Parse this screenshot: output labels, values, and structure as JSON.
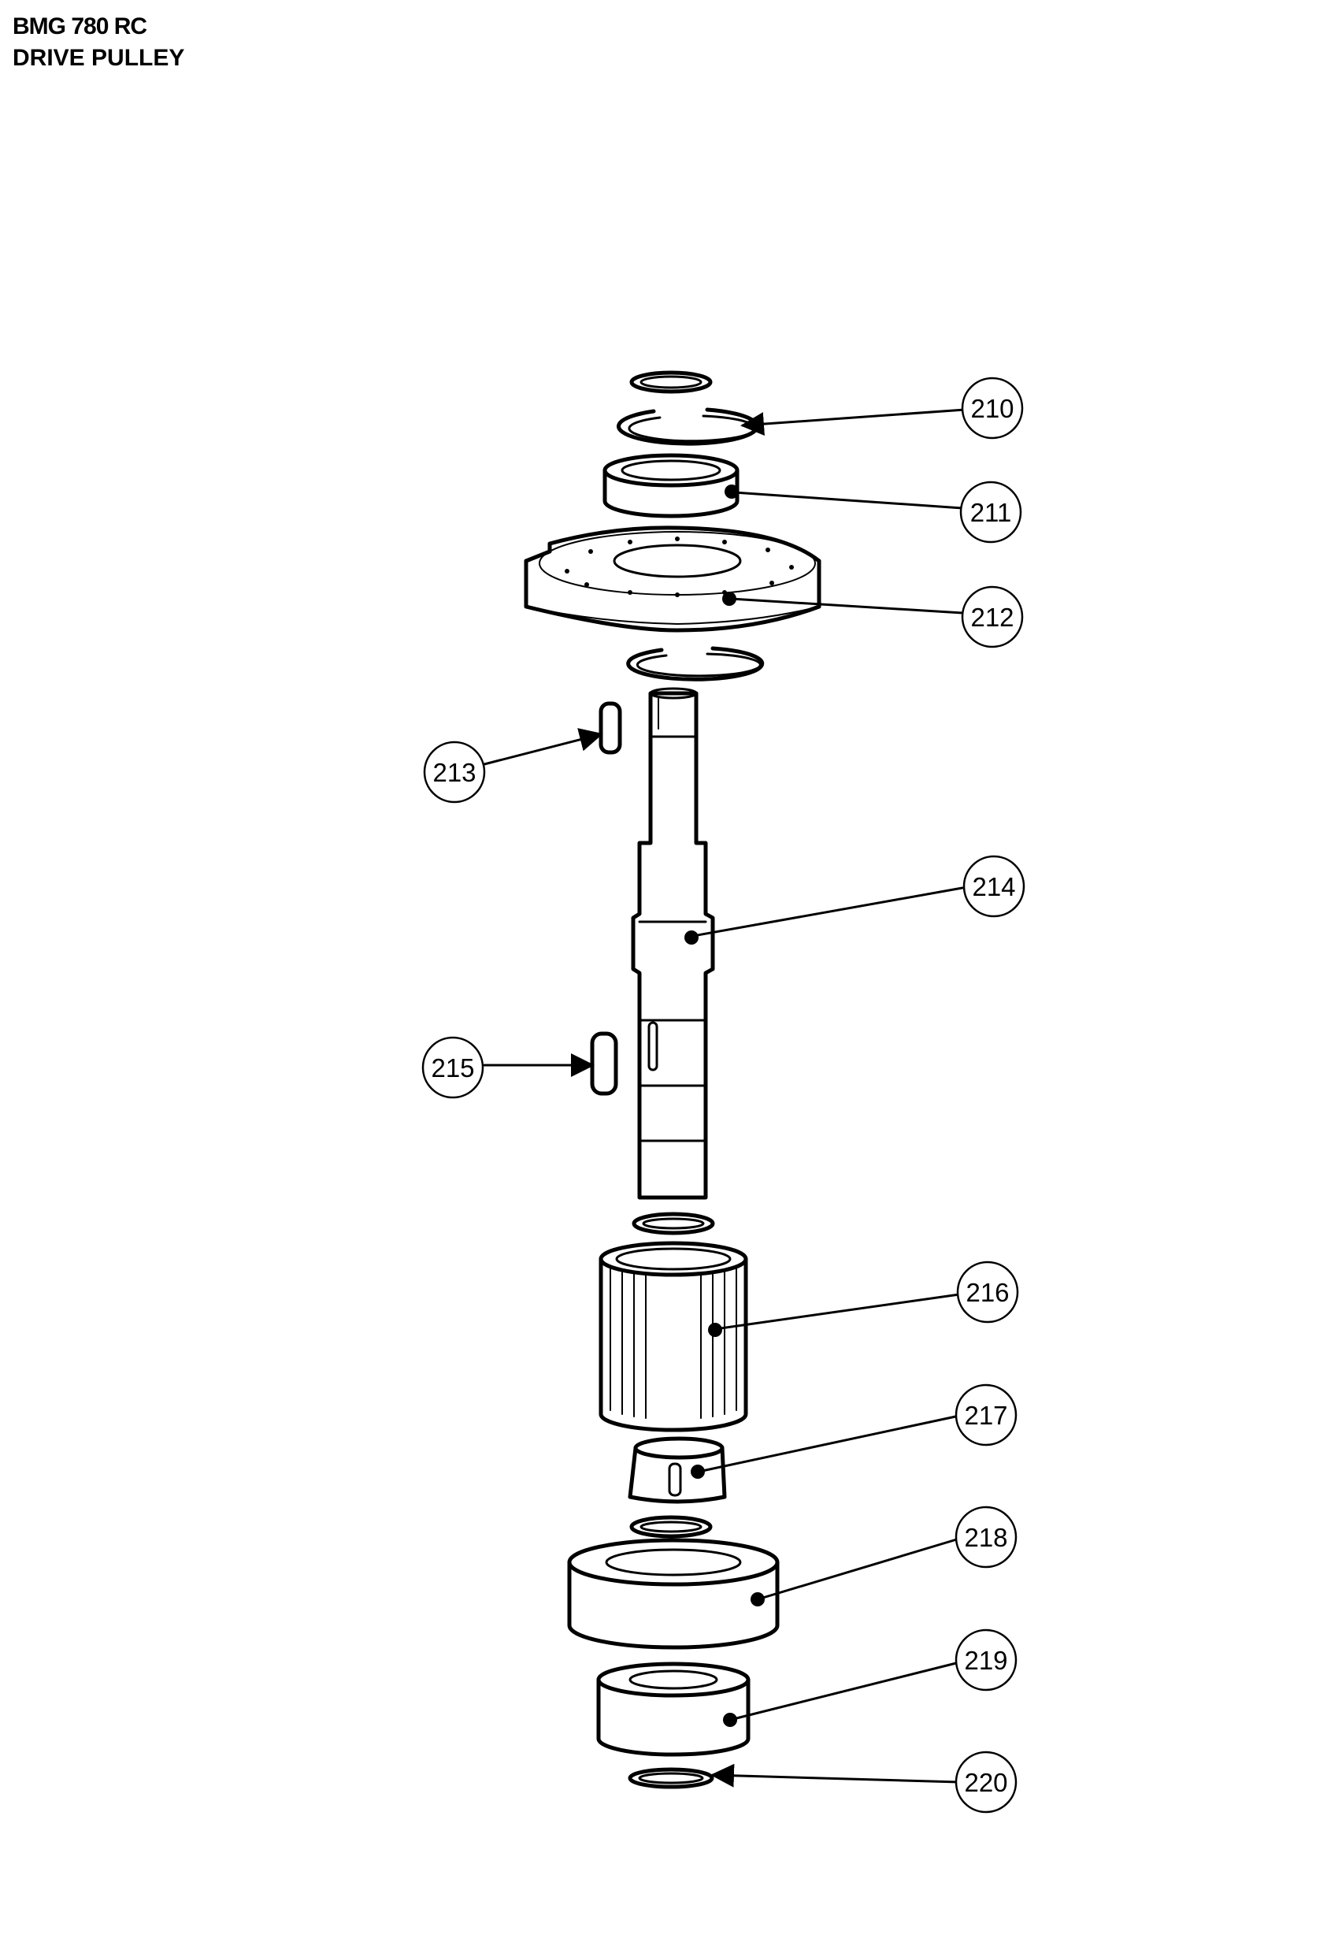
{
  "header": {
    "model": "BMG 780 RC",
    "section": "DRIVE PULLEY"
  },
  "callouts": [
    {
      "id": "210"
    },
    {
      "id": "211"
    },
    {
      "id": "212"
    },
    {
      "id": "213"
    },
    {
      "id": "214"
    },
    {
      "id": "215"
    },
    {
      "id": "216"
    },
    {
      "id": "217"
    },
    {
      "id": "218"
    },
    {
      "id": "219"
    },
    {
      "id": "220"
    }
  ],
  "colors": {
    "line": "#000000",
    "background": "#ffffff"
  }
}
